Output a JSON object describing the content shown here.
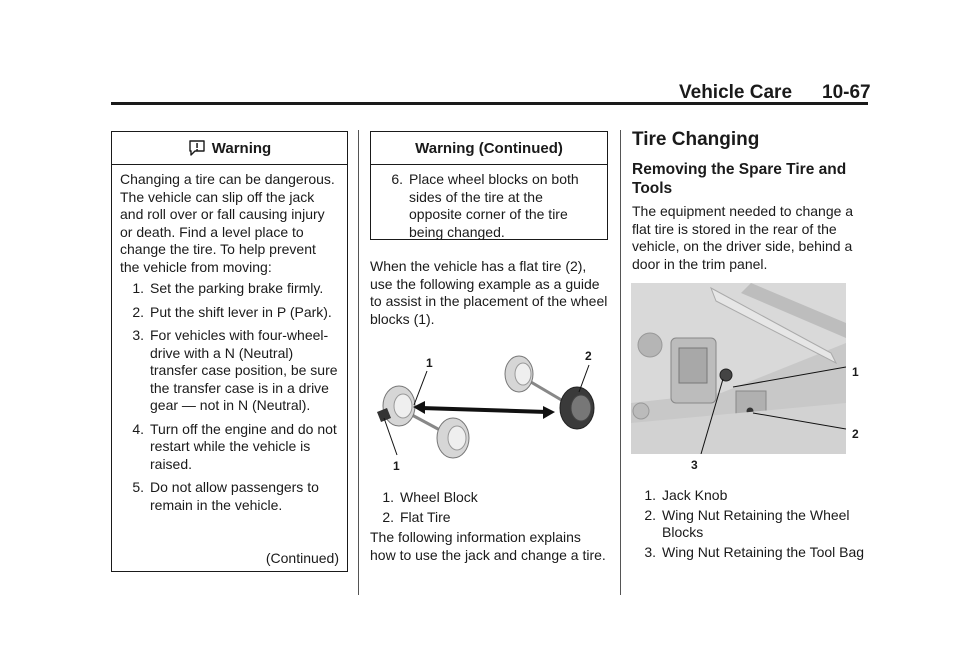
{
  "header": {
    "section": "Vehicle Care",
    "page": "10-67"
  },
  "warning_box": {
    "title": "Warning",
    "intro": "Changing a tire can be dangerous. The vehicle can slip off the jack and roll over or fall causing injury or death. Find a level place to change the tire. To help prevent the vehicle from moving:",
    "steps": [
      {
        "num": "1.",
        "text": "Set the parking brake firmly."
      },
      {
        "num": "2.",
        "text": "Put the shift lever in P (Park)."
      },
      {
        "num": "3.",
        "text": "For vehicles with four-wheel-drive with a N (Neutral) transfer case position, be sure the transfer case is in a drive gear — not in N (Neutral)."
      },
      {
        "num": "4.",
        "text": "Turn off the engine and do not restart while the vehicle is raised."
      },
      {
        "num": "5.",
        "text": "Do not allow passengers to remain in the vehicle."
      }
    ],
    "continued": "(Continued)"
  },
  "warning_continued": {
    "title": "Warning  (Continued)",
    "steps": [
      {
        "num": "6.",
        "text": "Place wheel blocks on both sides of the tire at the opposite corner of the tire being changed."
      }
    ]
  },
  "middle": {
    "paragraph": "When the vehicle has a flat tire (2), use the following example as a guide to assist in the placement of the wheel blocks (1).",
    "figure_labels": {
      "a": "1",
      "b": "2",
      "c": "1"
    },
    "legend": [
      {
        "num": "1.",
        "text": "Wheel Block"
      },
      {
        "num": "2.",
        "text": "Flat Tire"
      }
    ],
    "closing": "The following information explains how to use the jack and change a tire."
  },
  "right": {
    "section_title": "Tire Changing",
    "sub_title": "Removing the Spare Tire and Tools",
    "paragraph": "The equipment needed to change a flat tire is stored in the rear of the vehicle, on the driver side, behind a door in the trim panel.",
    "figure_labels": {
      "one": "1",
      "two": "2",
      "three": "3"
    },
    "legend": [
      {
        "num": "1.",
        "text": "Jack Knob"
      },
      {
        "num": "2.",
        "text": "Wing Nut Retaining the Wheel Blocks"
      },
      {
        "num": "3.",
        "text": "Wing Nut Retaining the Tool Bag"
      }
    ]
  }
}
